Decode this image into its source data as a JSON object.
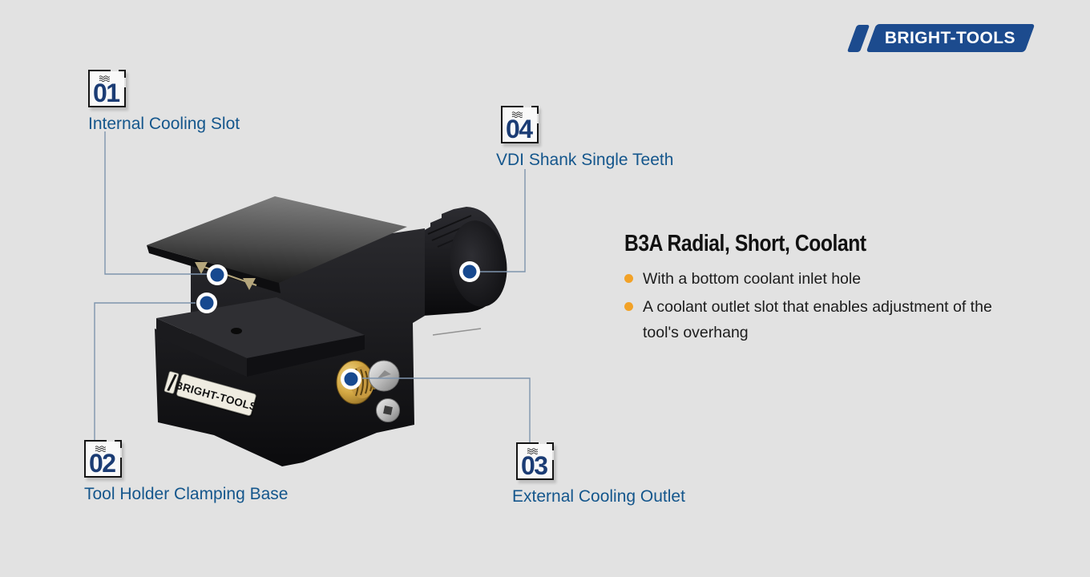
{
  "brand": {
    "logo_text": "BRIGHT-TOOLS"
  },
  "callouts": [
    {
      "number": "01",
      "label": "Internal Cooling Slot"
    },
    {
      "number": "02",
      "label": "Tool Holder Clamping Base"
    },
    {
      "number": "03",
      "label": "External Cooling Outlet"
    },
    {
      "number": "04",
      "label": "VDI Shank Single Teeth"
    }
  ],
  "info": {
    "title": "B3A Radial, Short, Coolant",
    "bullets": [
      "With a bottom coolant inlet hole",
      "A coolant outlet slot that enables adjustment of the tool's overhang"
    ]
  },
  "product": {
    "plate_label": "BRIGHT-TOOLS"
  },
  "colors": {
    "background": "#e2e2e2",
    "callout_number": "#1b3c74",
    "callout_label": "#14568c",
    "leader_line": "#7e94ad",
    "marker_blue": "#17498f",
    "logo_blue": "#1c4b8e",
    "bullet_orange": "#f2a227",
    "brass": "#d4a843"
  }
}
